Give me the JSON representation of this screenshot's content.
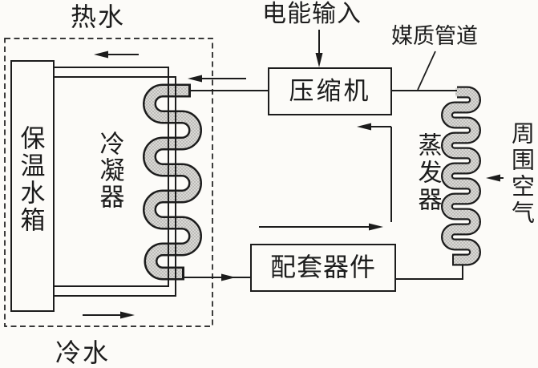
{
  "diagram": {
    "title_implied": "heat-pump water heater schematic",
    "labels": {
      "hot_water": "热水",
      "cold_water": "冷水",
      "electric_input": "电能输入",
      "medium_pipe": "媒质管道",
      "compressor": "压缩机",
      "insulated_tank": "保温水箱",
      "condenser": "冷凝器",
      "evaporator": "蒸发器",
      "ambient_air": "周围空气",
      "auxiliary_components": "配套器件"
    },
    "colors": {
      "ink": "#1c1c1c",
      "background": "#fcfbf8",
      "coil_fill": "#dbdad7",
      "coil_stipple_dot": "#8f8d88"
    },
    "flow_arrows": [
      "hot-water-to-tank-left",
      "cold-water-from-tank-right",
      "refrigerant-into-condenser-left",
      "refrigerant-to-components-right",
      "loop-bottom-right",
      "loop-return-left",
      "electric-input-down",
      "ambient-air-left"
    ]
  }
}
